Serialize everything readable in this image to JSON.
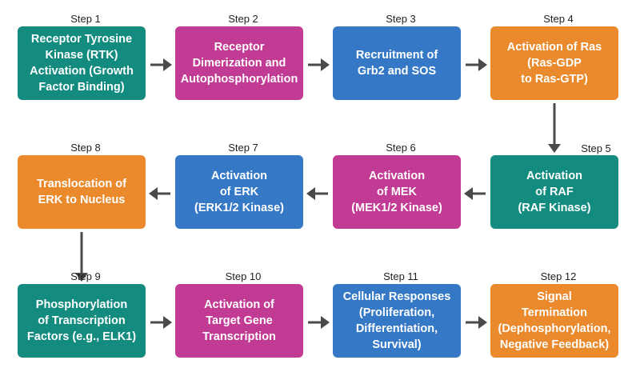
{
  "colors": {
    "teal": "#138b7e",
    "magenta": "#c13a93",
    "blue": "#3478c6",
    "orange": "#ea8a2d",
    "arrow": "#4a4a4a"
  },
  "steps": [
    {
      "label": "Step 1",
      "text": "Receptor Tyrosine\nKinase (RTK)\nActivation (Growth\nFactor Binding)",
      "color": "teal"
    },
    {
      "label": "Step 2",
      "text": "Receptor\nDimerization and\nAutophosphorylation",
      "color": "magenta"
    },
    {
      "label": "Step 3",
      "text": "Recruitment of\nGrb2 and SOS",
      "color": "blue"
    },
    {
      "label": "Step 4",
      "text": "Activation of Ras\n(Ras-GDP\nto Ras-GTP)",
      "color": "orange"
    },
    {
      "label": "Step 5",
      "text": "Activation\nof RAF\n(RAF Kinase)",
      "color": "teal"
    },
    {
      "label": "Step 6",
      "text": "Activation\nof MEK\n(MEK1/2 Kinase)",
      "color": "magenta"
    },
    {
      "label": "Step 7",
      "text": "Activation\nof ERK\n(ERK1/2 Kinase)",
      "color": "blue"
    },
    {
      "label": "Step 8",
      "text": "Translocation of\nERK to Nucleus",
      "color": "orange"
    },
    {
      "label": "Step 9",
      "text": "Phosphorylation\nof Transcription\nFactors (e.g., ELK1)",
      "color": "teal"
    },
    {
      "label": "Step 10",
      "text": "Activation of\nTarget Gene\nTranscription",
      "color": "magenta"
    },
    {
      "label": "Step 11",
      "text": "Cellular Responses\n(Proliferation,\nDifferentiation,\nSurvival)",
      "color": "blue"
    },
    {
      "label": "Step 12",
      "text": "Signal\nTermination\n(Dephosphorylation,\nNegative Feedback)",
      "color": "orange"
    }
  ]
}
